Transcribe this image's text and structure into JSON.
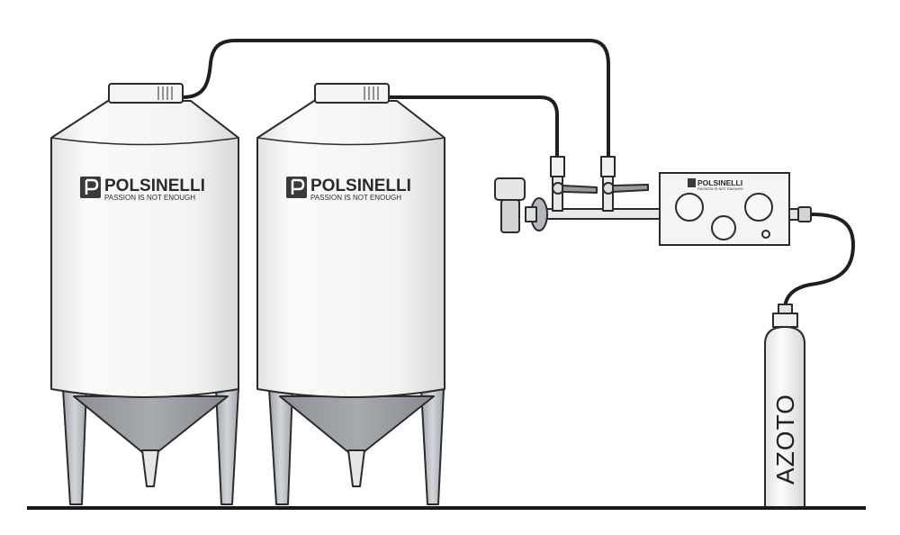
{
  "tanks": [
    {
      "brand": "POLSINELLI",
      "slogan": "PASSION IS NOT ENOUGH"
    },
    {
      "brand": "POLSINELLI",
      "slogan": "PASSION IS NOT ENOUGH"
    }
  ],
  "control_box": {
    "brand": "POLSINELLI",
    "slogan": "PASSION IS NOT ENOUGH"
  },
  "cylinder": {
    "label": "AZOTO"
  },
  "colors": {
    "outline": "#2b2b2b",
    "tank_body": "#f2f2f2",
    "tank_cone": "#9a9ea2",
    "legs": "#b8bdc2",
    "pipe": "#1f1f1f",
    "ground": "#1a1a1a"
  }
}
